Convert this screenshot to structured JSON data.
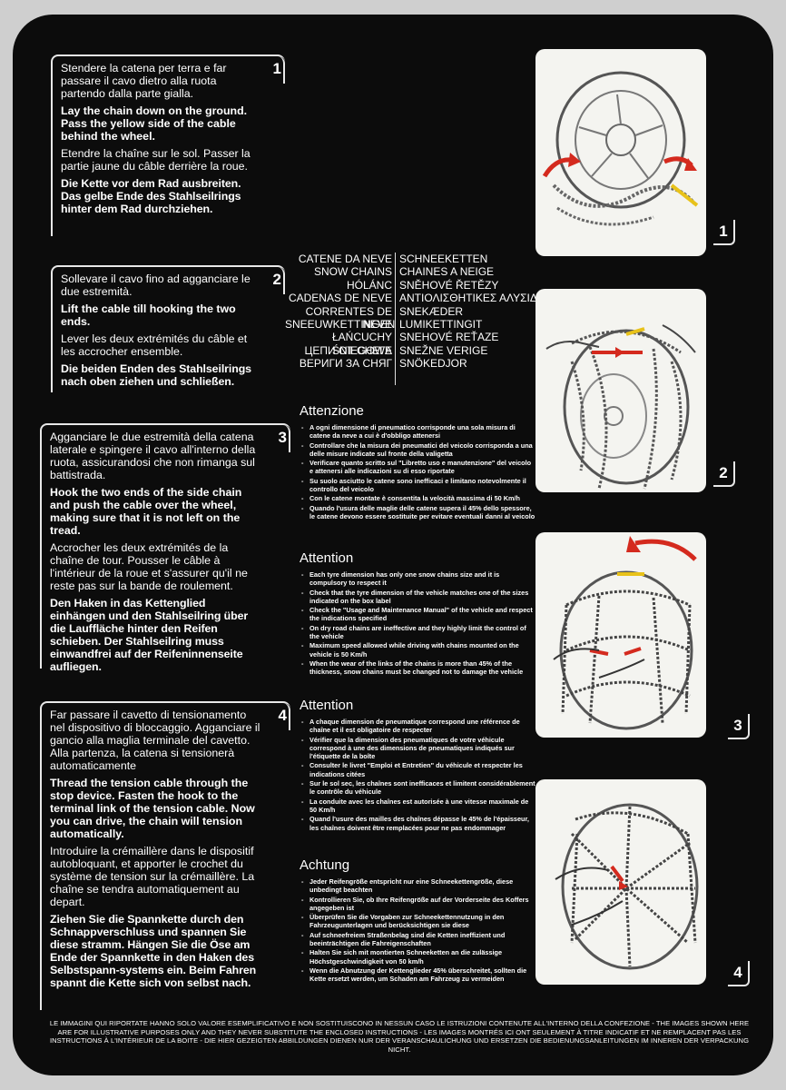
{
  "steps": [
    {
      "number": "1",
      "it": "Stendere la catena per terra e far passare il cavo dietro alla ruota partendo dalla parte gialla.",
      "en": "Lay the chain down on the ground. Pass the yellow side of the cable behind the wheel.",
      "fr": "Etendre la chaîne sur le sol. Passer la partie jaune du câble derrière la roue.",
      "de": "Die Kette vor dem Rad ausbreiten. Das gelbe Ende des Stahlseilrings hinter dem Rad durchziehen."
    },
    {
      "number": "2",
      "it": "Sollevare il cavo fino ad agganciare le due estremità.",
      "en": "Lift the cable till hooking the two ends.",
      "fr": "Lever les deux extrémités du câble et les accrocher ensemble.",
      "de": "Die beiden Enden des Stahlseilrings nach oben ziehen und schließen."
    },
    {
      "number": "3",
      "it": "Agganciare le due estremità della catena laterale e spingere il cavo all'interno della ruota, assicurandosi che non rimanga sul battistrada.",
      "en": "Hook the two ends of the side chain and push the cable over the wheel, making sure that it is not left on the tread.",
      "fr": "Accrocher les deux extrémités de la chaîne de tour. Pousser le câble à l'intérieur de la roue et s'assurer qu'il ne reste pas sur la bande de roulement.",
      "de": "Den Haken in das Kettenglied einhängen und den Stahlseilring über die Lauffläche hinter den Reifen schieben. Der Stahlseilring muss einwandfrei auf der Reifeninnenseite aufliegen."
    },
    {
      "number": "4",
      "it": "Far passare il cavetto di tensionamento nel dispositivo di bloccaggio. Agganciare il gancio alla maglia terminale del cavetto. Alla partenza, la catena si tensionerà automaticamente",
      "en": "Thread the tension cable through the stop device. Fasten the hook to the terminal link of the tension cable. Now you can drive, the chain will tension automatically.",
      "fr": "Introduire la crémaillère dans le dispositif autobloquant, et apporter le crochet du système de tension sur la crémaillère. La chaîne se tendra automatiquement au depart.",
      "de": "Ziehen Sie die Spannkette durch den Schnappverschluss und spannen Sie diese stramm. Hängen Sie die Öse am Ende der Spannkette in den Haken des Selbstspann-systems ein. Beim Fahren spannt die Kette sich von selbst nach."
    }
  ],
  "illustrations": [
    "1",
    "2",
    "3",
    "4"
  ],
  "languages": {
    "left": [
      "CATENE DA NEVE",
      "SNOW CHAINS",
      "HÓLÁNC",
      "CADENAS DE NEVE",
      "CORRENTES DE NEVE",
      "SNEEUWKETTINGEN",
      "ŁAŃCUCHY ŚNIEGOWE",
      "ЦЕПИ ОТ СНЕГА",
      "ВЕРИГИ ЗА СНЯГ"
    ],
    "right": [
      "SCHNEEKETTEN",
      "CHAINES A NEIGE",
      "SNĚHOVÉ ŘETĚZY",
      "ΑΝΤΙΟΛΙΣΘΗΤΙΚΕΣ ΑΛΥΣΙΔΕΣ",
      "SNEKÆDER",
      "LUMIKETTINGIT",
      "SNEHOVÉ REŤAZE",
      "SNEŽNE VERIGE",
      "SNÖKEDJOR"
    ]
  },
  "warnings": [
    {
      "title": "Attenzione",
      "items": [
        "A ogni dimensione di pneumatico corrisponde una sola misura di catene da neve a cui è d'obbligo attenersi",
        "Controllare che la misura dei pneumatici del veicolo corrisponda a una delle misure indicate sul fronte della valigetta",
        "Verificare quanto scritto sul \"Libretto uso e manutenzione\" del veicolo e attenersi alle indicazioni su di esso riportate",
        "Su suolo asciutto le catene sono inefficaci e limitano notevolmente il controllo del veicolo",
        "Con le catene montate è consentita la velocità massima di 50 Km/h",
        "Quando l'usura delle maglie delle catene supera il 45% dello spessore, le catene devono essere sostituite per evitare eventuali danni al veicolo"
      ]
    },
    {
      "title": "Attention",
      "items": [
        "Each tyre dimension has only one snow chains size and it is compulsory to respect it",
        "Check that the tyre dimension of the vehicle matches one of the sizes indicated on the box label",
        "Check the \"Usage and Maintenance Manual\" of the vehicle and respect the indications specified",
        "On dry road chains are ineffective and they highly limit the control of the vehicle",
        "Maximum speed allowed while driving with chains mounted on the vehicle is 50 Km/h",
        "When the wear of the links of the chains is more than 45% of the thickness, snow chains must be changed not to damage the vehicle"
      ]
    },
    {
      "title": "Attention",
      "items": [
        "A chaque dimension de pneumatique correspond une référence de chaîne et il est obligatoire de respecter",
        "Vérifier que la dimension des pneumatiques de votre véhicule correspond à une des dimensions de pneumatiques indiqués sur l'étiquette de la boîte",
        "Consulter le livret \"Emploi et Entretien\" du véhicule et respecter les indications citées",
        "Sur le sol sec, les chaînes sont inefficaces et limitent considérablement le contrôle du véhicule",
        "La conduite avec les chaînes est autorisée à une vitesse maximale de 50 Km/h",
        "Quand l'usure des mailles des chaînes dépasse le 45% de l'épaisseur, les chaînes doivent être remplacées pour ne pas endommager"
      ]
    },
    {
      "title": "Achtung",
      "items": [
        "Jeder Reifengröße entspricht nur eine Schneekettengröße, diese unbedingt beachten",
        "Kontrollieren Sie, ob Ihre Reifengröße auf der Vorderseite des Koffers angegeben ist",
        "Überprüfen Sie die Vorgaben zur Schneekettennutzung in den Fahrzeugunterlagen und berücksichtigen sie diese",
        "Auf schneefreiem Straßenbelag sind die Ketten ineffizient und beeinträchtigen die Fahreigenschaften",
        "Halten Sie sich mit montierten Schneeketten an die zulässige Höchstgeschwindigkeit von 50 km/h",
        "Wenn die Abnutzung der Kettenglieder 45% überschreitet, sollten die Kette ersetzt werden, um Schaden am Fahrzeug zu vermeiden"
      ]
    }
  ],
  "footer": "LE IMMAGINI QUI RIPORTATE HANNO SOLO VALORE ESEMPLIFICATIVO E NON SOSTITUISCONO IN NESSUN CASO LE ISTRUZIONI CONTENUTE ALL'INTERNO DELLA CONFEZIONE - THE IMAGES SHOWN HERE ARE FOR ILLUSTRATIVE PURPOSES ONLY AND THEY NEVER SUBSTITUTE THE ENCLOSED INSTRUCTIONS - LES IMAGES MONTRÉS ICI ONT SEULEMENT À TITRE INDICATIF ET NE REMPLACENT PAS LES INSTRUCTIONS À L'INTÉRIEUR DE LA BOITE - DIE HIER GEZEIGTEN ABBILDUNGEN DIENEN NUR DER VERANSCHAULICHUNG UND ERSETZEN DIE BEDIENUNGSANLEITUNGEN IM INNEREN DER VERPACKUNG NICHT.",
  "colors": {
    "board": "#0c0c0c",
    "arrow": "#d42a1e",
    "cable": "#e8c21a",
    "background": "#cfcfcf"
  }
}
